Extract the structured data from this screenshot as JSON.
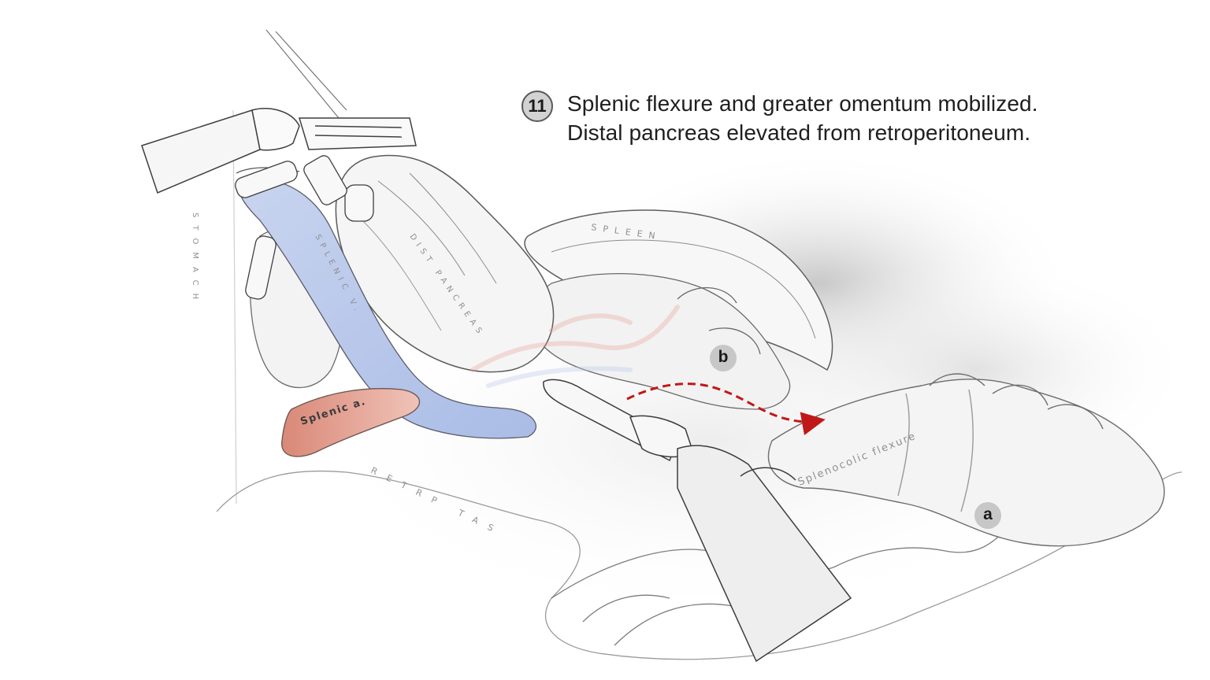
{
  "step": {
    "number": "11",
    "line1": "Splenic flexure and greater omentum mobilized.",
    "line2": "Distal pancreas elevated from retroperitoneum."
  },
  "labels": {
    "splenic_artery": "Splenic a.",
    "splenic_vein": "SPLENIC V.",
    "distal_pancreas": "DIST PANCREAS",
    "spleen": "SPLEEN",
    "splenocolic_flexure": "Splenocolic flexure",
    "retroperitoneum": "RETRP TAS",
    "stomach": "STOMACH"
  },
  "markers": {
    "a": "a",
    "b": "b"
  },
  "colors": {
    "artery": "#e8a79a",
    "vein": "#b9c8ea",
    "arrow": "#c01818",
    "ink": "#555555",
    "shade": "#b8b8b8",
    "badge": "#c7c7c7"
  },
  "icons": {
    "arrow": "dashed-curved-arrow"
  }
}
